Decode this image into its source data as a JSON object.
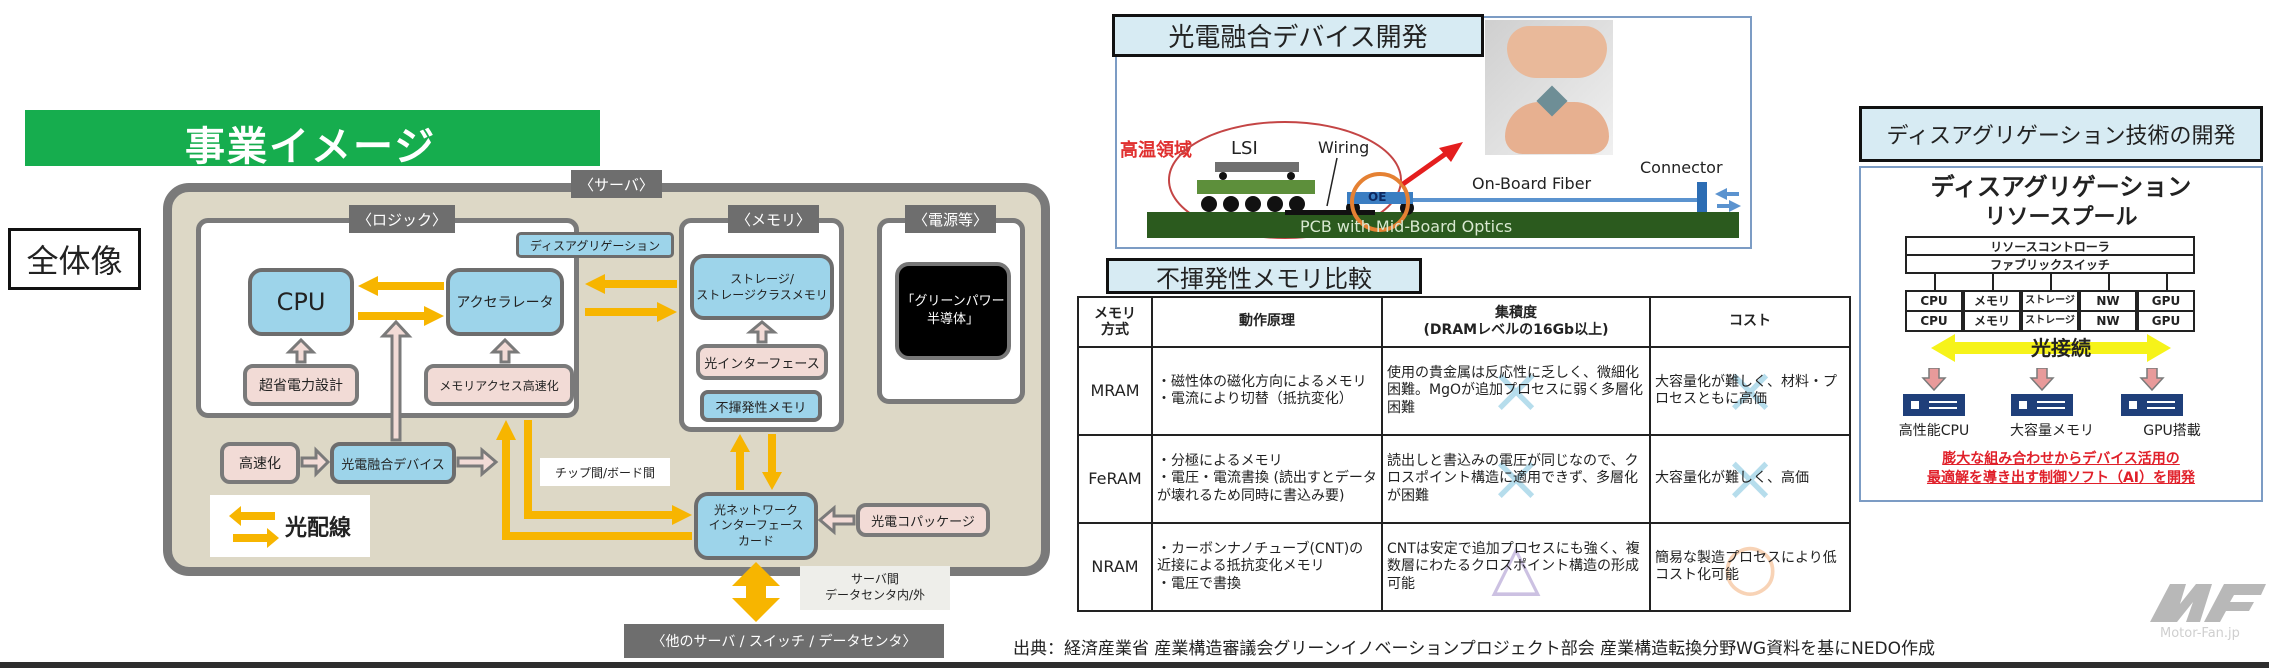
{
  "left": {
    "header": "事業イメージ",
    "overview_label": "全体像",
    "server_label": "〈サーバ〉",
    "logic": {
      "label": "〈ロジック〉",
      "cpu": "CPU",
      "accelerator": "アクセラレータ",
      "low_power": "超省電力設計",
      "mem_access": "メモリアクセス高速化"
    },
    "disaggregation_tag": "ディスアグリゲーション",
    "memory": {
      "label": "〈メモリ〉",
      "storage": "ストレージ/\nストレージクラスメモリ",
      "optical_if": "光インターフェース",
      "nonvolatile": "不揮発性メモリ"
    },
    "power": {
      "label": "〈電源等〉",
      "green_power": "「グリーンパワー\n半導体」"
    },
    "speedup": "高速化",
    "opto_device": "光電融合デバイス",
    "chip_board": "チップ間/ボード間",
    "nic": "光ネットワーク\nインターフェース\nカード",
    "copackage": "光電コパッケージ",
    "inter_server": "サーバ間\nデータセンタ内/外",
    "legend": "光配線",
    "other": "〈他のサーバ / スイッチ / データセンタ〉",
    "colors": {
      "optical": "#f7b500",
      "green": "#16ad4e",
      "blue": "#9dd4ea",
      "pink": "#f2dbd6"
    }
  },
  "opto": {
    "title": "光電融合デバイス開発",
    "high_temp": "高温領域",
    "lsi": "LSI",
    "wiring": "Wiring",
    "oe": "OE",
    "fiber": "On-Board Fiber",
    "connector": "Connector",
    "pcb": "PCB with Mid-Board Optics"
  },
  "memtable": {
    "title": "不揮発性メモリ比較",
    "headers": [
      "メモリ\n方式",
      "動作原理",
      "集積度\n(DRAMレベルの16Gb以上)",
      "コスト"
    ],
    "rows": [
      {
        "name": "MRAM",
        "principle": "・磁性体の磁化方向によるメモリ\n・電流により切替（抵抗変化）",
        "density": "使用の貴金属は反応性に乏しく、微細化困難。MgOが追加プロセスに弱く多層化困難",
        "cost": "大容量化が難しく、材料・プロセスともに高価",
        "density_mark": "×",
        "cost_mark": "×"
      },
      {
        "name": "FeRAM",
        "principle": "・分極によるメモリ\n・電圧・電流書換 (読出すとデータが壊れるため同時に書込み要)",
        "density": "読出しと書込みの電圧が同じなので、クロスポイント構造に適用できず、多層化が困難",
        "cost": "大容量化が難しく、高価",
        "density_mark": "×",
        "cost_mark": "×"
      },
      {
        "name": "NRAM",
        "principle": "・カーボンナノチューブ(CNT)の近接による抵抗変化メモリ\n・電圧で書換",
        "density": "CNTは安定で追加プロセスにも強く、複数層にわたるクロスポイント構造の形成可能",
        "cost": "簡易な製造プロセスにより低コスト化可能",
        "density_mark": "△",
        "cost_mark": "○"
      }
    ]
  },
  "disagg": {
    "title": "ディスアグリゲーション技術の開発",
    "heading1": "ディスアグリゲーション",
    "heading2": "リソースプール",
    "controller": "リソースコントローラ",
    "fabric": "ファブリックスイッチ",
    "pool_row": [
      "CPU",
      "メモリ",
      "ストレージ",
      "NW",
      "GPU"
    ],
    "optical_connect": "光接続",
    "servers": [
      "高性能CPU",
      "大容量メモリ",
      "GPU搭載"
    ],
    "note": "膨大な組み合わせからデバイス活用の\n最適解を導き出す制御ソフト（AI）を開発"
  },
  "source": "出典：経済産業省 産業構造審議会グリーンイノベーションプロジェクト部会 産業構造転換分野WG資料を基にNEDO作成",
  "watermark": "Motor-Fan.jp"
}
